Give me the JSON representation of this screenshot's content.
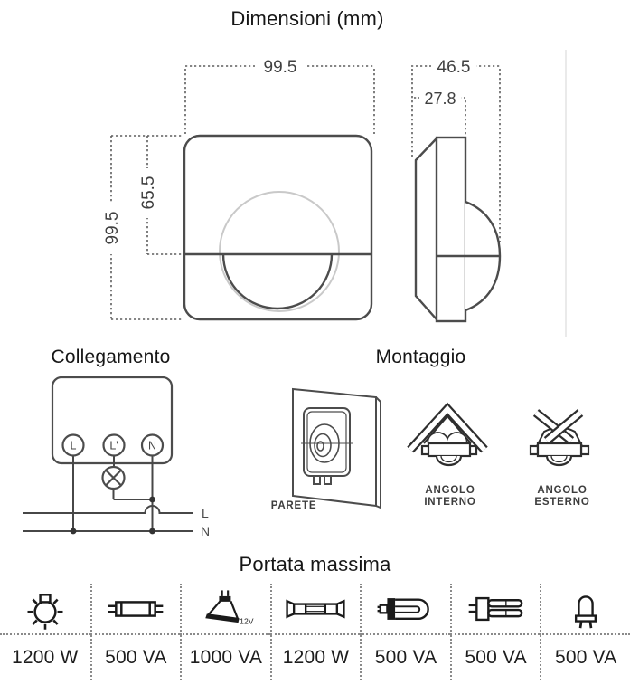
{
  "titles": {
    "dimensioni": "Dimensioni (mm)",
    "collegamento": "Collegamento",
    "montaggio": "Montaggio",
    "portata": "Portata massima"
  },
  "dimensions": {
    "front_width": "99.5",
    "front_height": "99.5",
    "lens_center_height": "65.5",
    "total_depth": "46.5",
    "body_depth": "27.8"
  },
  "collegamento": {
    "terminals": [
      {
        "label": "L"
      },
      {
        "label": "L'"
      },
      {
        "label": "N"
      }
    ],
    "supply_lines": [
      {
        "label": "L"
      },
      {
        "label": "N"
      }
    ]
  },
  "montaggio": {
    "options": [
      {
        "label": "PARETE"
      },
      {
        "label_line1": "ANGOLO",
        "label_line2": "INTERNO"
      },
      {
        "label_line1": "ANGOLO",
        "label_line2": "ESTERNO"
      }
    ]
  },
  "portata": {
    "items": [
      {
        "icon": "incandescent-bulb-icon",
        "value": "1200 W"
      },
      {
        "icon": "fluorescent-tube-icon",
        "value": "500 VA"
      },
      {
        "icon": "halogen-spot-icon",
        "note": "12V",
        "value": "1000 VA"
      },
      {
        "icon": "linear-halogen-icon",
        "value": "1200 W"
      },
      {
        "icon": "cfl-2pin-icon",
        "value": "500 VA"
      },
      {
        "icon": "cfl-electronic-icon",
        "value": "500 VA"
      },
      {
        "icon": "led-lamp-icon",
        "value": "500 VA"
      }
    ]
  },
  "colors": {
    "ink": "#1b1b1b",
    "drawing_stroke": "#4c4c4c",
    "dimension_stroke": "#5f5f5f",
    "light_circle": "#c9c9c9",
    "table_dots": "#8a8a8a",
    "background": "#ffffff"
  }
}
